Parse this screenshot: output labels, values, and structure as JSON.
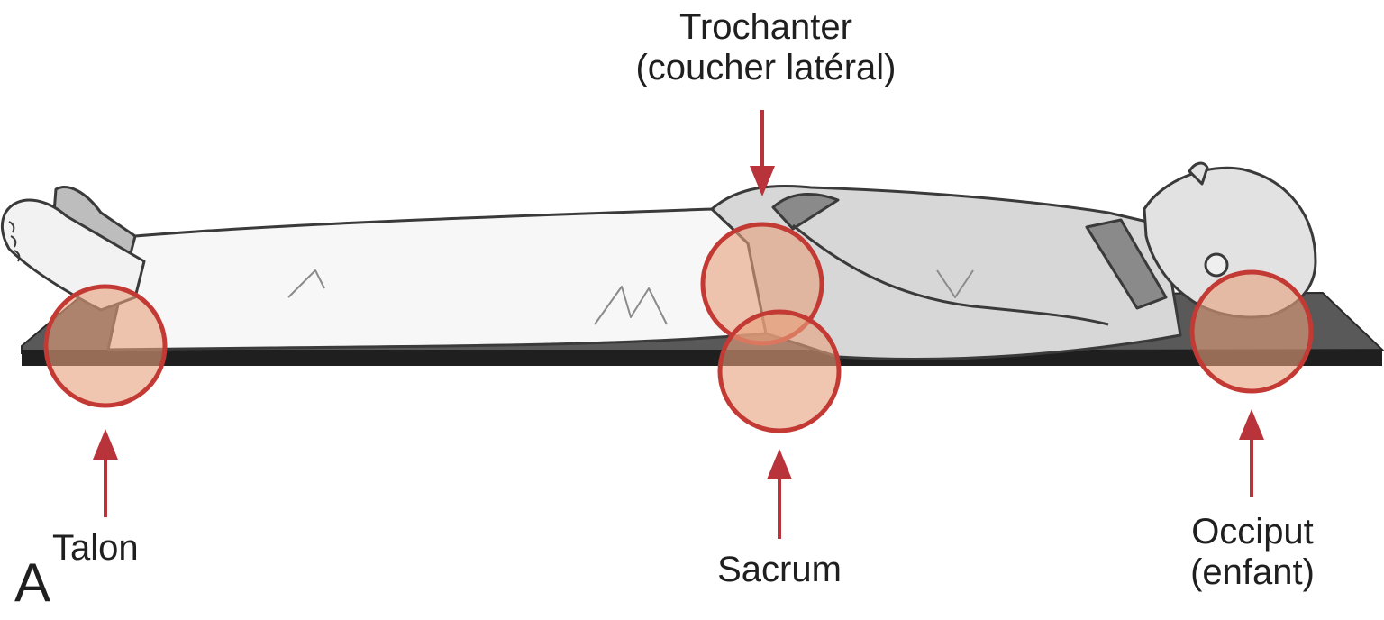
{
  "panel_letter": "A",
  "labels": {
    "trochanter": {
      "line1": "Trochanter",
      "line2": "(coucher latéral)"
    },
    "talon": {
      "line1": "Talon"
    },
    "sacrum": {
      "line1": "Sacrum"
    },
    "occiput": {
      "line1": "Occiput",
      "line2": "(enfant)"
    }
  },
  "colors": {
    "marker_fill": "#e8a07c",
    "marker_stroke": "#c33a35",
    "arrow": "#b8333a",
    "table": "#2b2b2b",
    "outline": "#3a3a3a",
    "gown": "#d7d7d7",
    "gown_dark": "#8a8a8a",
    "skin": "#ececec"
  },
  "icons": [
    "pressure-point-marker",
    "arrow-up-icon",
    "arrow-down-icon"
  ]
}
